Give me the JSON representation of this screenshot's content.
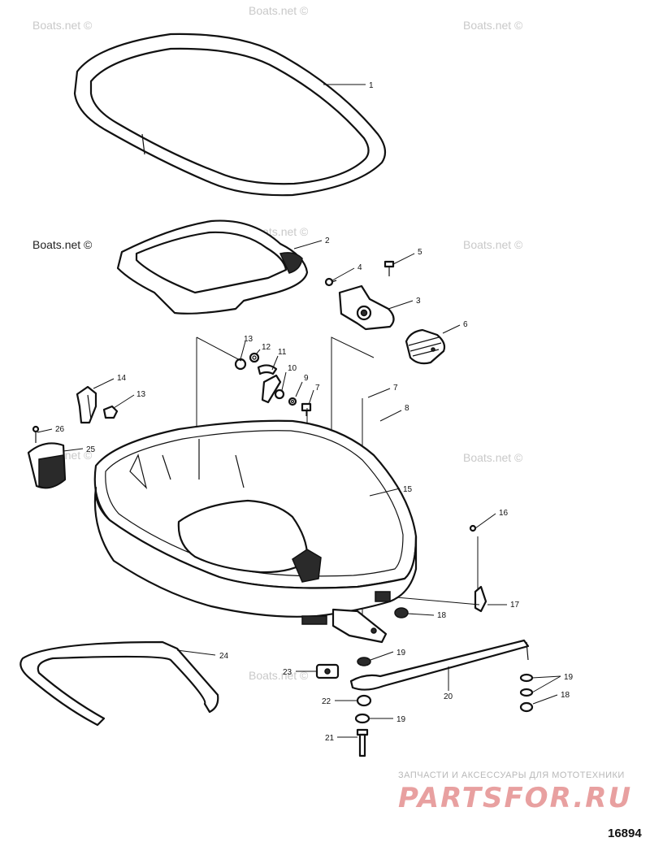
{
  "watermark": "Boats.net ©",
  "brand_tagline": "ЗАПЧАСТИ И АКСЕССУАРЫ ДЛЯ МОТОТЕХНИКИ",
  "brand_name": "PARTSFOR.RU",
  "figure_number": "16894",
  "callouts": [
    "1",
    "2",
    "3",
    "4",
    "5",
    "6",
    "7",
    "7",
    "8",
    "9",
    "10",
    "11",
    "12",
    "13",
    "13",
    "14",
    "15",
    "16",
    "17",
    "18",
    "18",
    "19",
    "19",
    "19",
    "20",
    "21",
    "22",
    "23",
    "24",
    "25",
    "26"
  ]
}
